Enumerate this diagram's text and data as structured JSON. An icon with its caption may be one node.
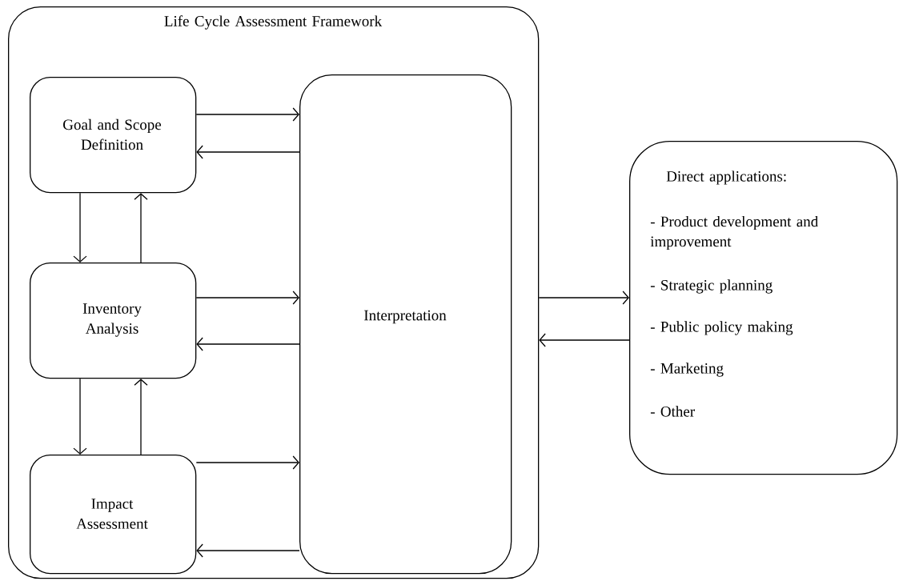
{
  "diagram": {
    "nodes": [
      {
        "text": [
          "Life Cycle Assessment Framework"
        ]
      },
      {
        "text": [
          "Goal and Scope Definition"
        ],
        "in": 0
      },
      {
        "text": [
          "Inventory Analysis"
        ],
        "in": 0
      },
      {
        "text": [
          "Impact Assessment"
        ],
        "in": 0
      },
      {
        "text": [
          "Interpretation"
        ],
        "in": 0
      },
      {
        "text": [
          "Direct applications:",
          "- Product development and improvement",
          "- Strategic planning",
          "- Public policy making",
          "- Marketing",
          "- Other"
        ]
      }
    ],
    "edges": [
      {
        "from": 1,
        "to": 4,
        "arrow": "to"
      },
      {
        "from": 4,
        "to": 1,
        "arrow": "to"
      },
      {
        "from": 2,
        "to": 4,
        "arrow": "to"
      },
      {
        "from": 4,
        "to": 2,
        "arrow": "to"
      },
      {
        "from": 3,
        "to": 4,
        "arrow": "to"
      },
      {
        "from": 4,
        "to": 3,
        "arrow": "to"
      },
      {
        "from": 1,
        "to": 2,
        "arrow": "to"
      },
      {
        "from": 2,
        "to": 1,
        "arrow": "to"
      },
      {
        "from": 2,
        "to": 3,
        "arrow": "to"
      },
      {
        "from": 3,
        "to": 2,
        "arrow": "to"
      },
      {
        "from": 0,
        "to": 5,
        "arrow": "to"
      },
      {
        "from": 5,
        "to": 0,
        "arrow": "to"
      }
    ]
  }
}
